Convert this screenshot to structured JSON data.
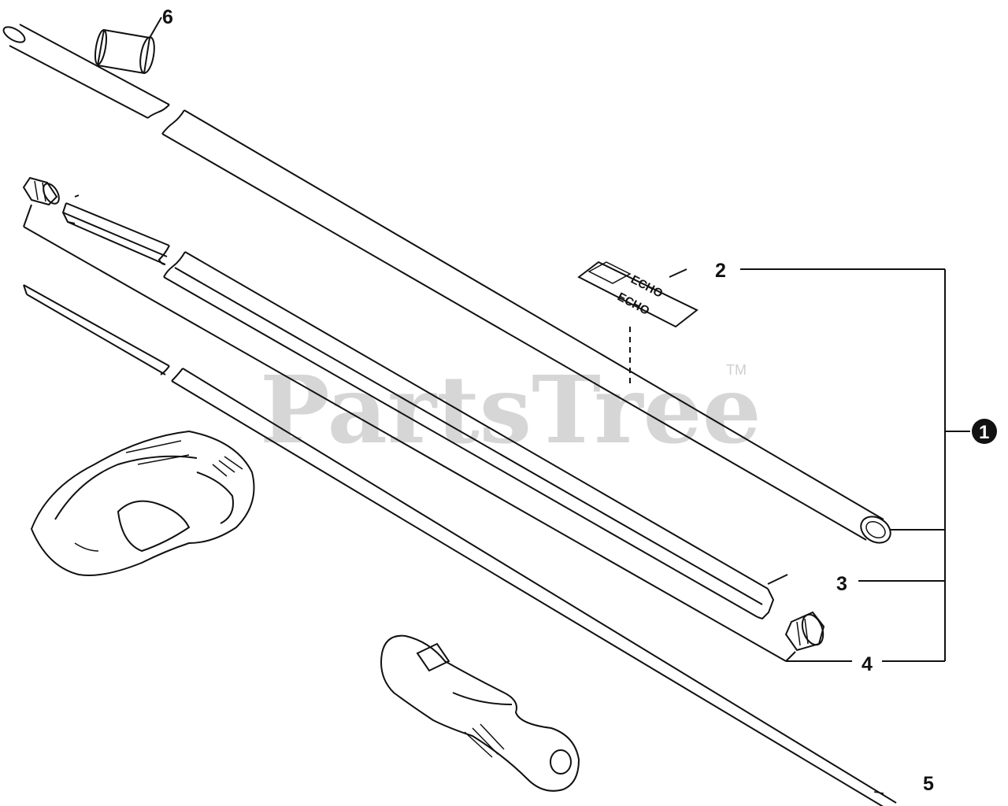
{
  "watermark": {
    "text": "PartsTree",
    "trademark": "TM"
  },
  "decal": {
    "brand_text": "ECHO"
  },
  "callouts": [
    {
      "id": "1",
      "label": "1",
      "kind": "assembly"
    },
    {
      "id": "2",
      "label": "2",
      "kind": "part"
    },
    {
      "id": "3",
      "label": "3",
      "kind": "part"
    },
    {
      "id": "4",
      "label": "4",
      "kind": "part"
    },
    {
      "id": "5",
      "label": "5",
      "kind": "part"
    },
    {
      "id": "6",
      "label": "6",
      "kind": "part"
    }
  ],
  "colors": {
    "line": "#111111",
    "watermark": "#cfcfcf",
    "background": "#ffffff"
  }
}
